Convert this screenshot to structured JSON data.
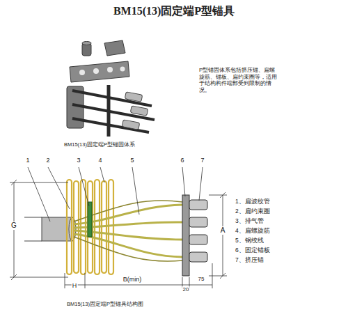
{
  "diagram": {
    "title": "BM15(13)固定端P型锚具",
    "caption": "BM15(13)固定端P型锚具结构图",
    "labels": [
      "P型锚固体系包括挤压锚、扁螺旋筋、锚板、扁约束圈等，适用于结构构件端部受到限制的情况。",
      "BM15(13)固定端P型锚固体系",
      "1",
      "2",
      "3",
      "4",
      "5",
      "6",
      "7",
      "1、扁波纹管",
      "2、扁约束圈",
      "3、排气管",
      "4、扁螺旋筋",
      "5、钢绞线",
      "6、固定锚板",
      "7、挤压锚",
      "G",
      "H",
      "B(min)",
      "20",
      "75",
      "A"
    ]
  }
}
